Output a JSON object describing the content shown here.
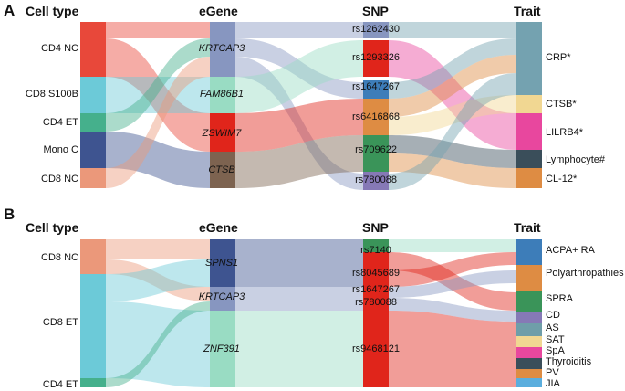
{
  "panelA": {
    "letter": "A",
    "headers": {
      "cell": "Cell type",
      "gene": "eGene",
      "snp": "SNP",
      "trait": "Trait"
    },
    "cell_types": [
      "CD4 NC",
      "CD8 S100B",
      "CD4 ET",
      "Mono C",
      "CD8 NC"
    ],
    "genes": [
      "KRTCAP3",
      "FAM86B1",
      "ZSWIM7",
      "CTSB"
    ],
    "snps": [
      "rs1262430",
      "rs1293326",
      "rs1647267",
      "rs6416868",
      "rs709622",
      "rs780088"
    ],
    "traits": [
      "CRP*",
      "CTSB*",
      "LILRB4*",
      "Lymphocyte#",
      "CL-12*"
    ]
  },
  "panelB": {
    "letter": "B",
    "headers": {
      "cell": "Cell type",
      "gene": "eGene",
      "snp": "SNP",
      "trait": "Trait"
    },
    "cell_types": [
      "CD8 NC",
      "CD8 ET",
      "CD4 ET"
    ],
    "genes": [
      "SPNS1",
      "KRTCAP3",
      "ZNF391"
    ],
    "snps": [
      "rs7140",
      "rs8045689",
      "rs1647267",
      "rs780088",
      "rs9468121"
    ],
    "traits": [
      "ACPA+ RA",
      "Polyarthropathies",
      "SPRA",
      "CD",
      "AS",
      "SAT",
      "SpA",
      "Thyroiditis",
      "PV",
      "JIA"
    ]
  },
  "colors": {
    "cd4nc": "#e8483a",
    "cd8s100b": "#6ccad8",
    "cd4et": "#45b08c",
    "monoc": "#3e5490",
    "cd8nc": "#eb987a",
    "krtcap3": "#8796c0",
    "fam86b1": "#99dcc3",
    "zswim7": "#e0251b",
    "ctsb": "#7d6350",
    "crp": "#74a2b0",
    "ctsb_trait": "#f1d792",
    "lilrb4": "#e8479e",
    "lymph": "#3a4e5a",
    "cl12": "#de8c43",
    "cd8et": "#6ccad8",
    "spns1": "#3e5490",
    "znf391": "#99dcc3",
    "snp_red": "#e0251b",
    "acpa": "#3d7db9",
    "poly": "#de8c43",
    "spra": "#3a9459",
    "cd": "#8679b6",
    "as": "#6f9ea9",
    "sat": "#f1d792",
    "spa": "#e8479e",
    "thyroiditis": "#3a4e5a",
    "pv": "#de8c43",
    "jia": "#5aaede"
  }
}
